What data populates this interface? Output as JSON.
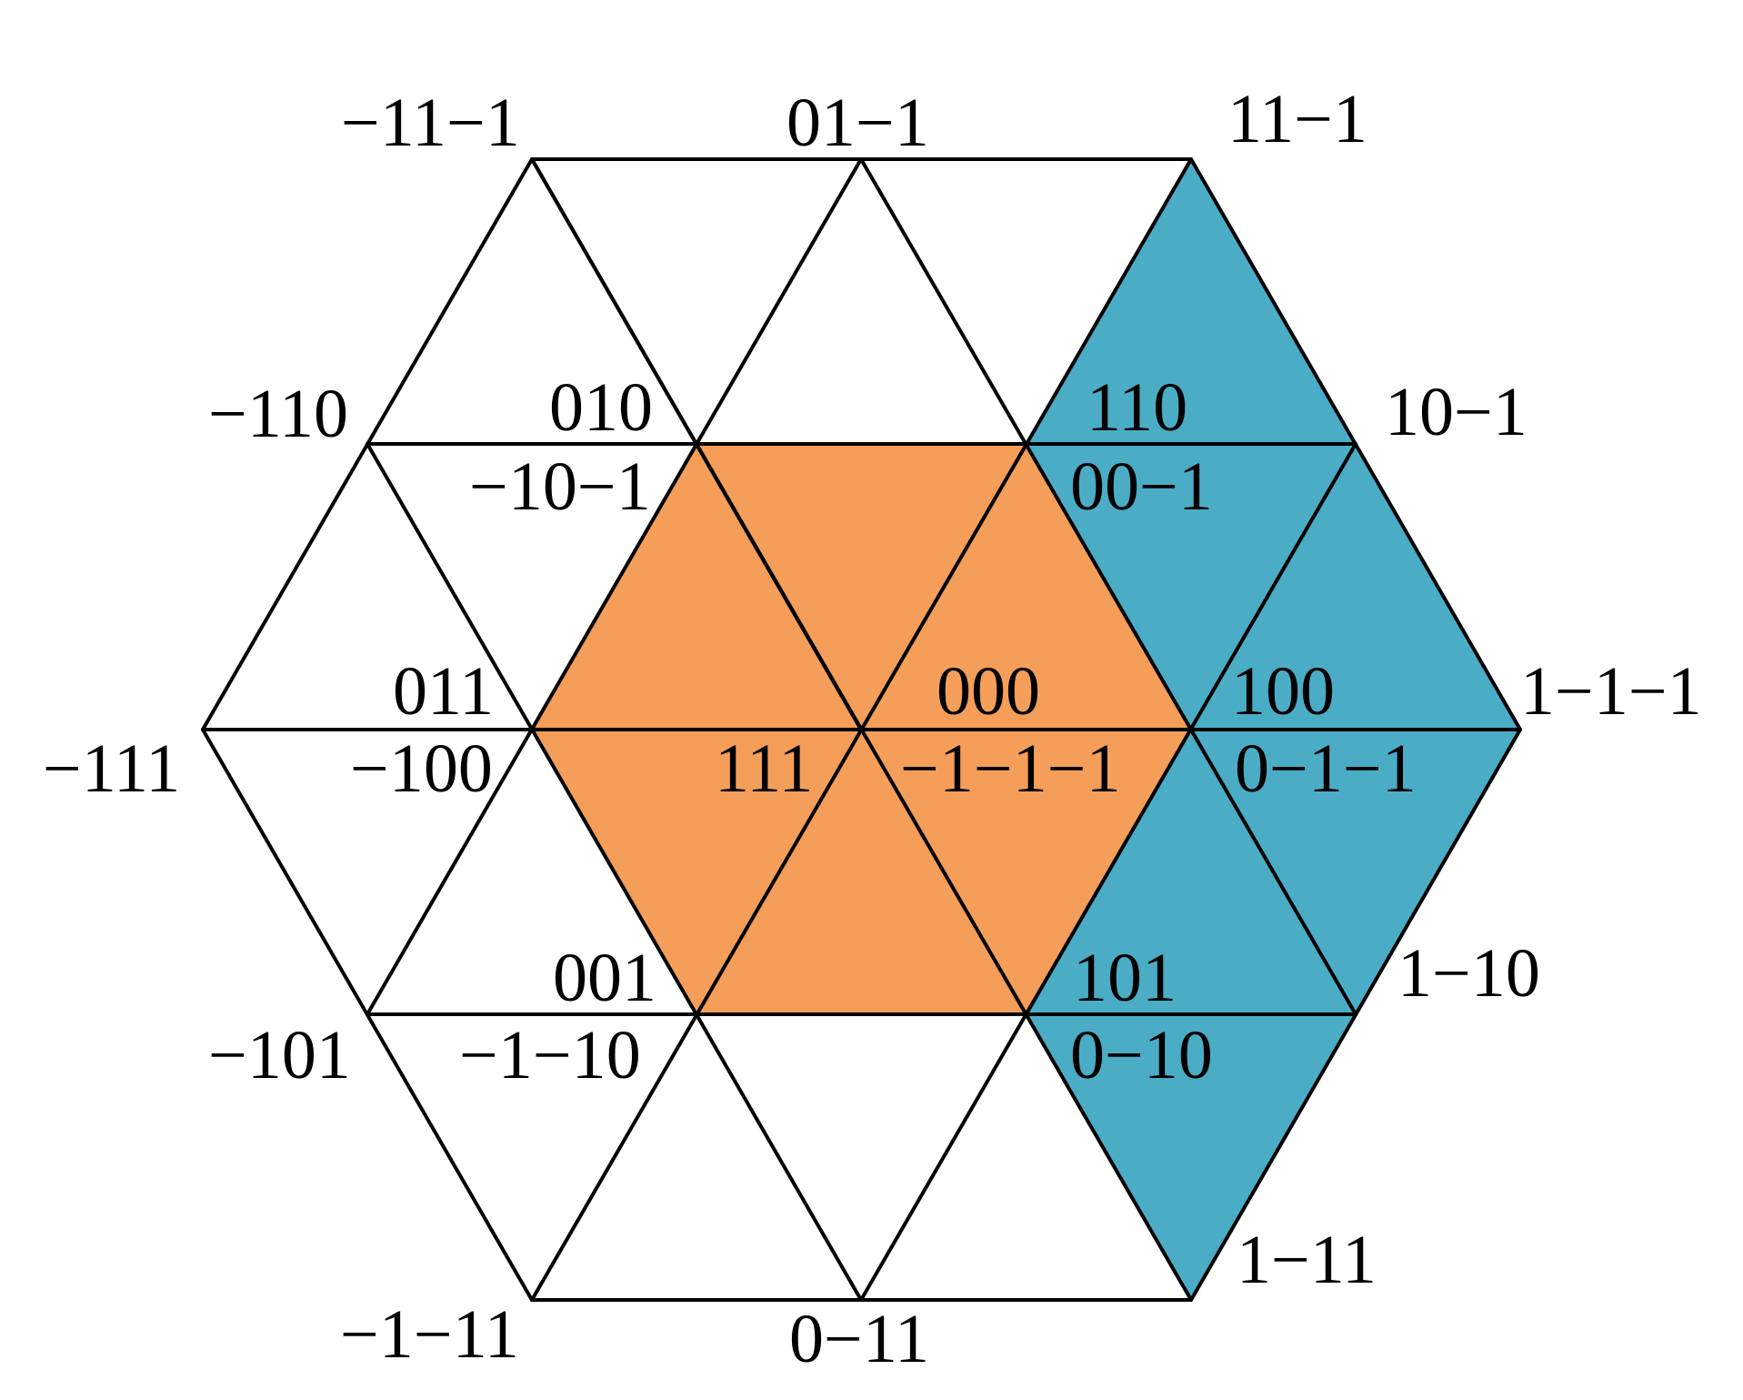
{
  "colors": {
    "orange_region": "#F49E59",
    "blue_region": "#4BACC6",
    "line": "#000000",
    "background": "#FFFFFF"
  },
  "regions": {
    "orange": [
      "000",
      "111"
    ],
    "blue": [
      "100",
      "0−1−1"
    ]
  },
  "labels": {
    "v_m11m1": "−11−1",
    "v_01m1": "01−1",
    "v_11m1": "11−1",
    "v_m110": "−110",
    "v_010": "010",
    "v_m10m1": "−10−1",
    "v_110": "110",
    "v_00m1": "00−1",
    "v_10m1": "10−1",
    "v_m111": "−111",
    "v_011": "011",
    "v_m100": "−100",
    "v_000": "000",
    "v_111": "111",
    "v_m1m1m1": "−1−1−1",
    "v_100": "100",
    "v_0m1m1": "0−1−1",
    "v_1m1m1": "1−1−1",
    "v_m101": "−101",
    "v_001": "001",
    "v_m1m10": "−1−10",
    "v_101": "101",
    "v_0m10": "0−10",
    "v_1m10": "1−10",
    "v_m1m11": "−1−11",
    "v_0m11": "0−11",
    "v_1m11": "1−11"
  }
}
